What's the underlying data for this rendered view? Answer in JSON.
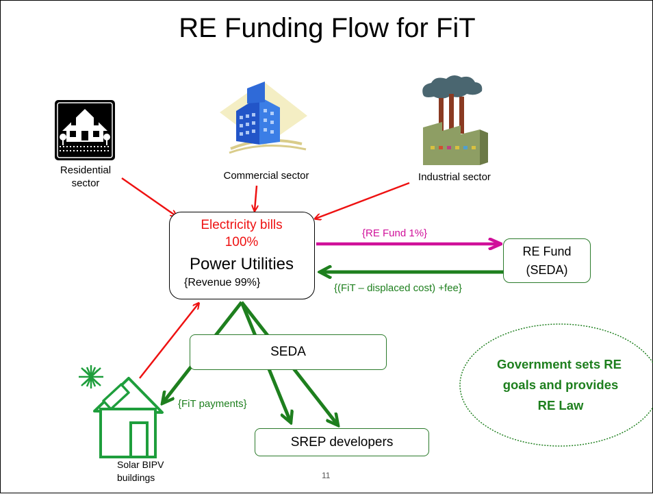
{
  "slide": {
    "title": "RE Funding Flow for FiT",
    "page_number": "11"
  },
  "sources": {
    "residential_line1": "Residential",
    "residential_line2": "sector",
    "commercial": "Commercial sector",
    "industrial": "Industrial sector"
  },
  "power_utilities": {
    "bills_line1": "Electricity bills",
    "bills_line2": "100%",
    "name": "Power Utilities",
    "revenue": "{Revenue 99%}"
  },
  "re_fund": {
    "line1": "RE Fund",
    "line2": "(SEDA)"
  },
  "flows": {
    "re_fund_pct": "{RE Fund 1%}",
    "fit_displaced": "{(FiT – displaced cost) +fee}",
    "fit_payments": "{FiT  payments}"
  },
  "seda_box": "SEDA",
  "srep": "SREP developers",
  "solar_line1": "Solar BIPV",
  "solar_line2": "buildings",
  "government": {
    "line1": "Government sets RE",
    "line2": "goals and provides",
    "line3": "RE Law"
  },
  "colors": {
    "consumer_flow": "#ee1111",
    "fund_flow": "#d0109a",
    "payment_flow": "#1e7f1e",
    "text_red": "#ee1111",
    "text_green": "#1e7f1e"
  }
}
